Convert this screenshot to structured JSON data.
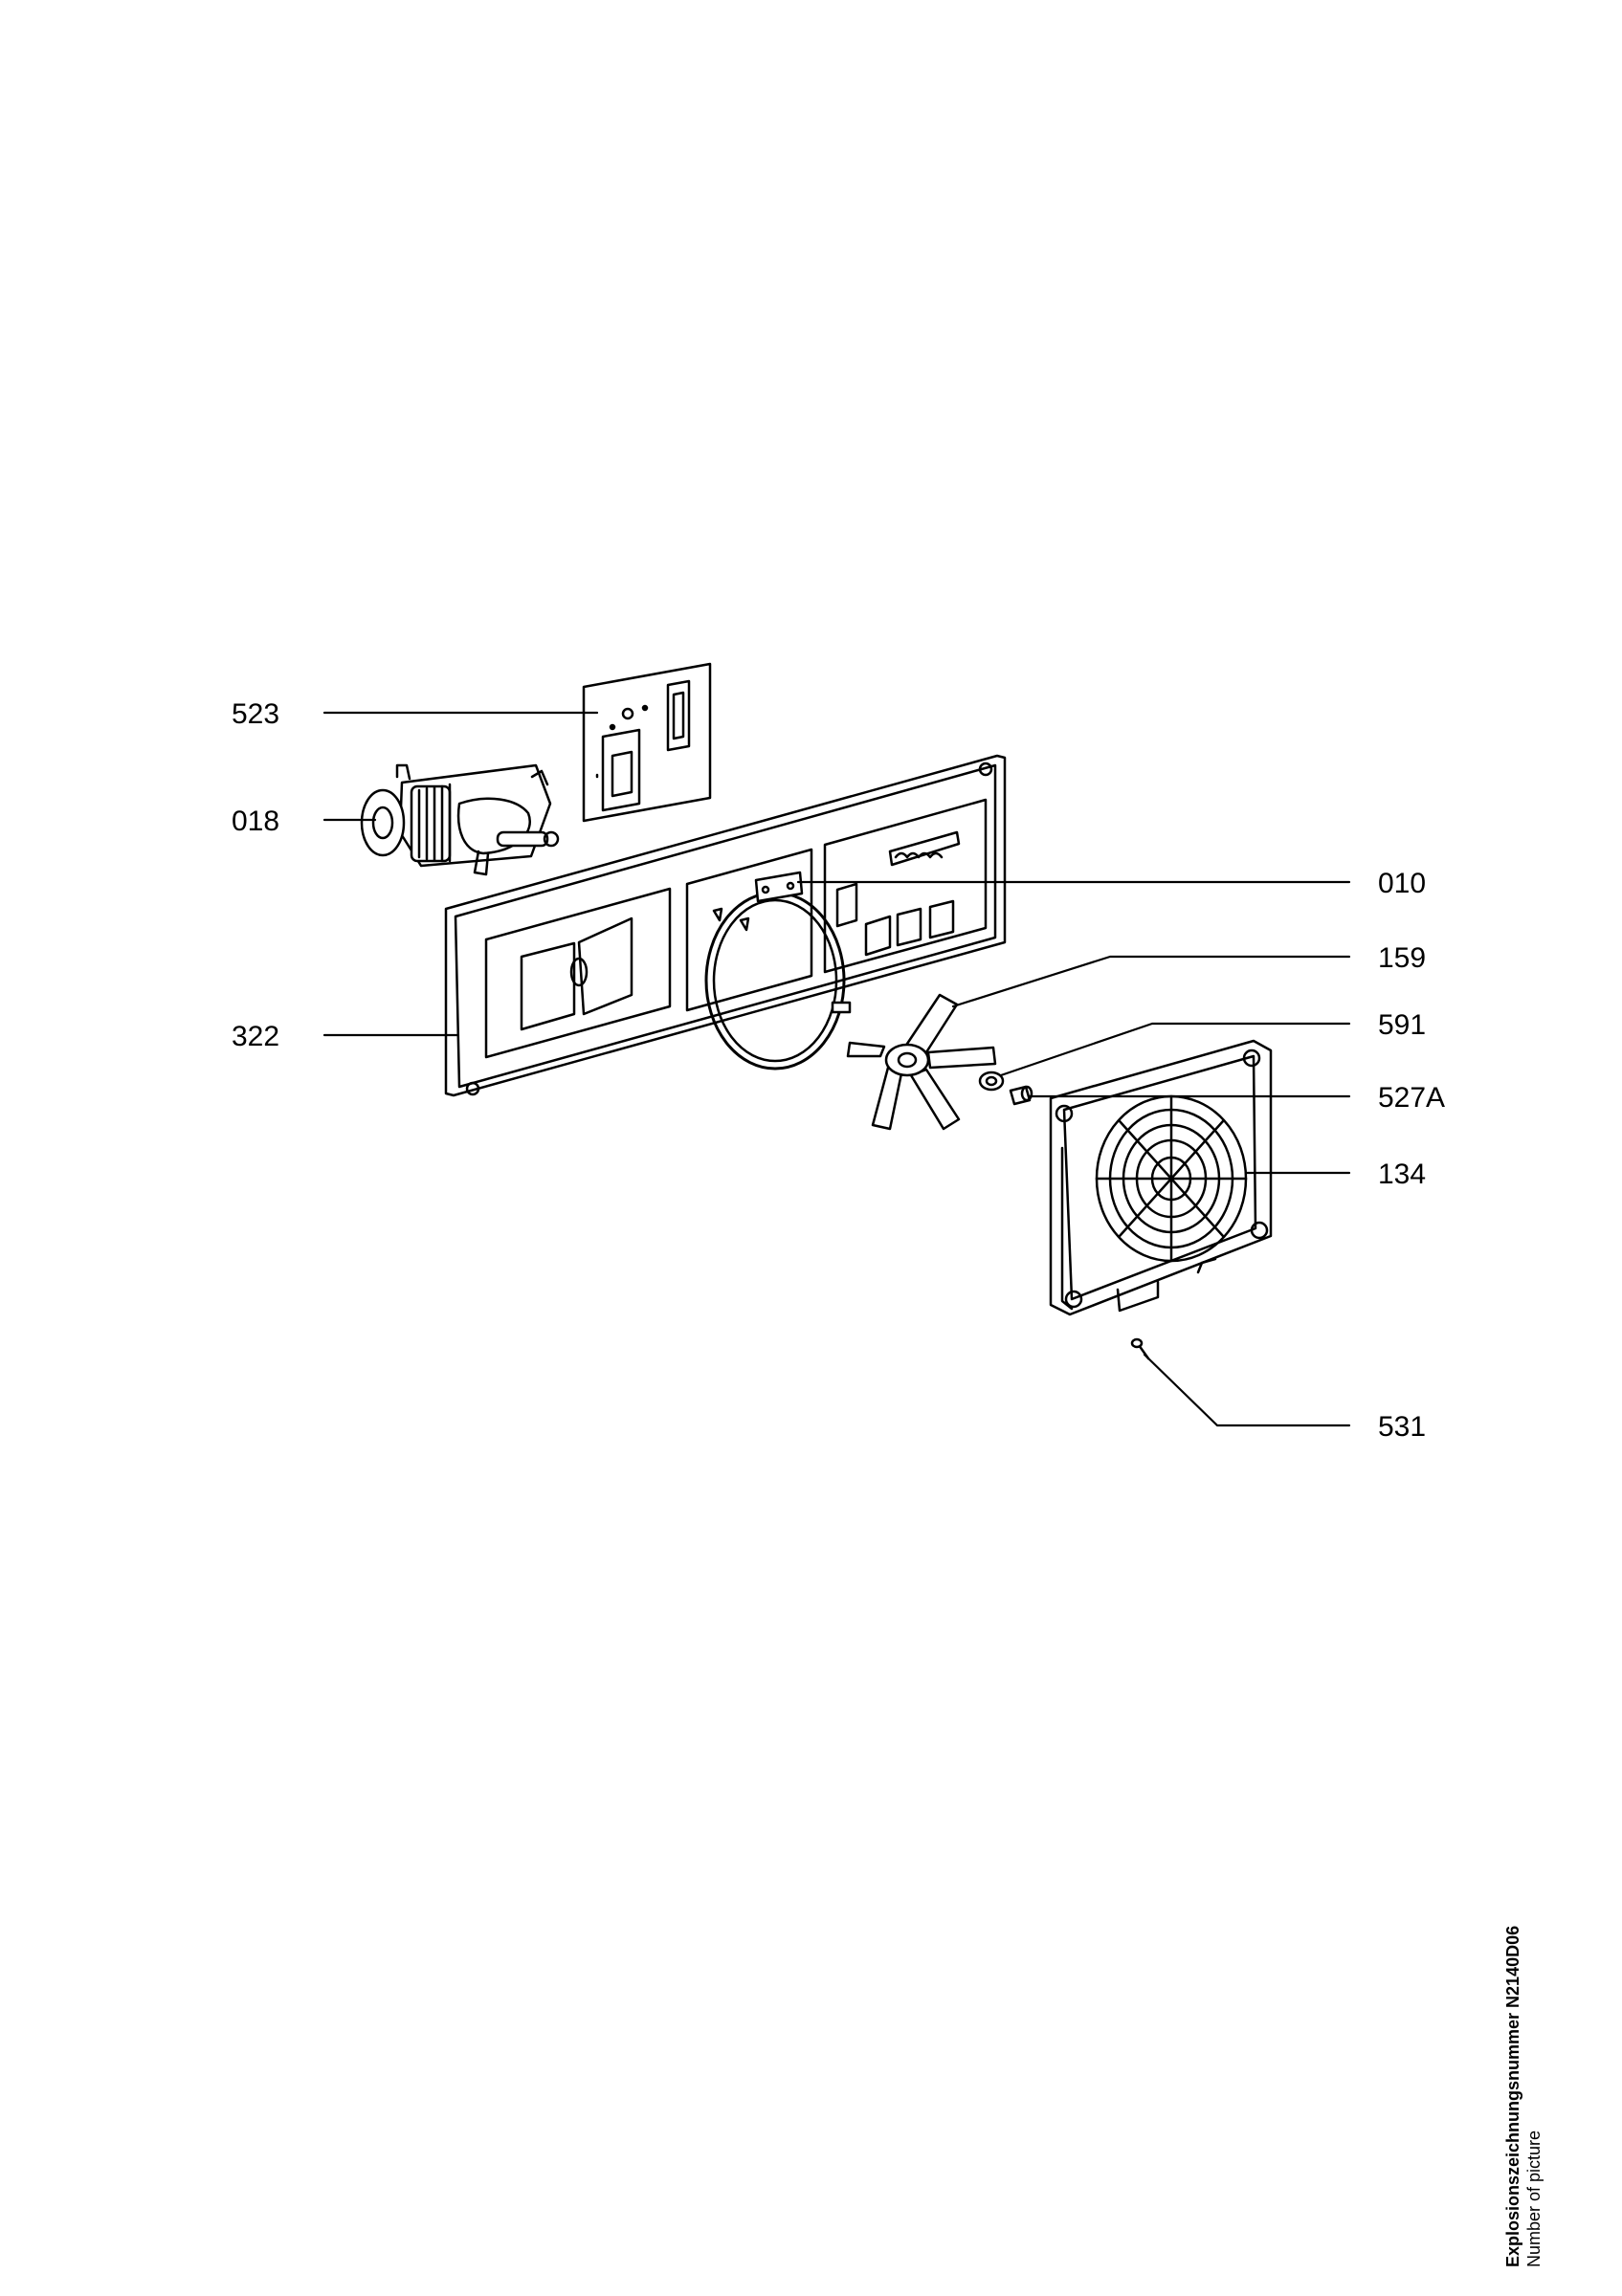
{
  "callouts": [
    {
      "id": "523",
      "label": "523"
    },
    {
      "id": "018",
      "label": "018"
    },
    {
      "id": "322",
      "label": "322"
    },
    {
      "id": "010",
      "label": "010"
    },
    {
      "id": "159",
      "label": "159"
    },
    {
      "id": "591",
      "label": "591"
    },
    {
      "id": "527A",
      "label": "527A"
    },
    {
      "id": "134",
      "label": "134"
    },
    {
      "id": "531",
      "label": "531"
    }
  ],
  "caption": {
    "main": "Explosionszeichnungsnummer N2140D06",
    "sub": "Number of picture"
  }
}
